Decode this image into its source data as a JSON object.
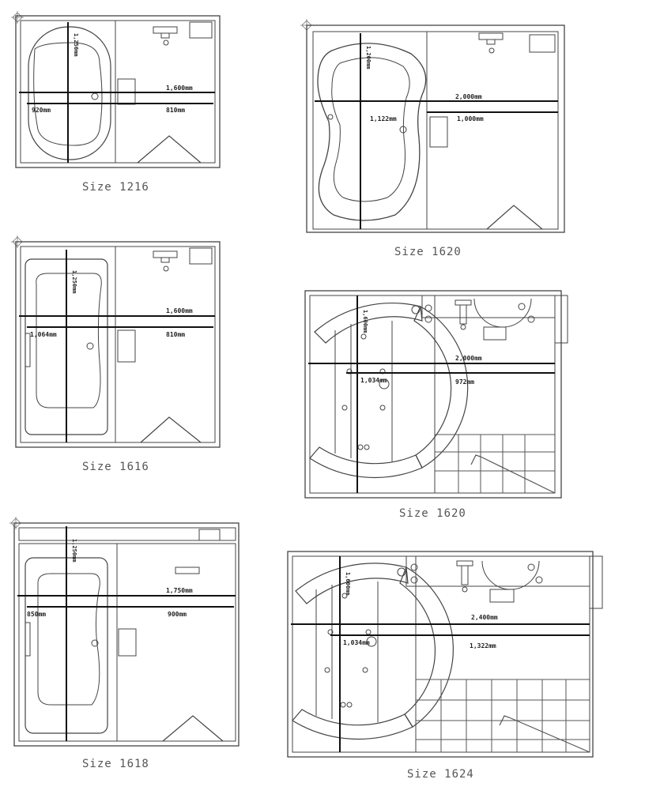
{
  "plans": {
    "p1216": {
      "caption": "Size 1216",
      "width_dim": "1,600mm",
      "left_dim": "920mm",
      "right_dim": "810mm",
      "tub_dim": "1,250mm"
    },
    "p1620a": {
      "caption": "Size 1620",
      "width_dim": "2,000mm",
      "left_dim": "1,122mm",
      "right_dim": "1,000mm",
      "tub_dim": "1,200mm"
    },
    "p1616": {
      "caption": "Size 1616",
      "width_dim": "1,600mm",
      "left_dim": "1,064mm",
      "right_dim": "810mm",
      "tub_dim": "1,250mm"
    },
    "p1620b": {
      "caption": "Size 1620",
      "width_dim": "2,000mm",
      "left_dim": "1,034mm",
      "right_dim": "972mm",
      "tub_dim": "1,600mm"
    },
    "p1618": {
      "caption": "Size 1618",
      "width_dim": "1,750mm",
      "left_dim": "850mm",
      "right_dim": "900mm",
      "tub_dim": "1,250mm"
    },
    "p1624": {
      "caption": "Size 1624",
      "width_dim": "2,400mm",
      "left_dim": "1,034mm",
      "right_dim": "1,322mm",
      "tub_dim": "1,600mm"
    }
  }
}
